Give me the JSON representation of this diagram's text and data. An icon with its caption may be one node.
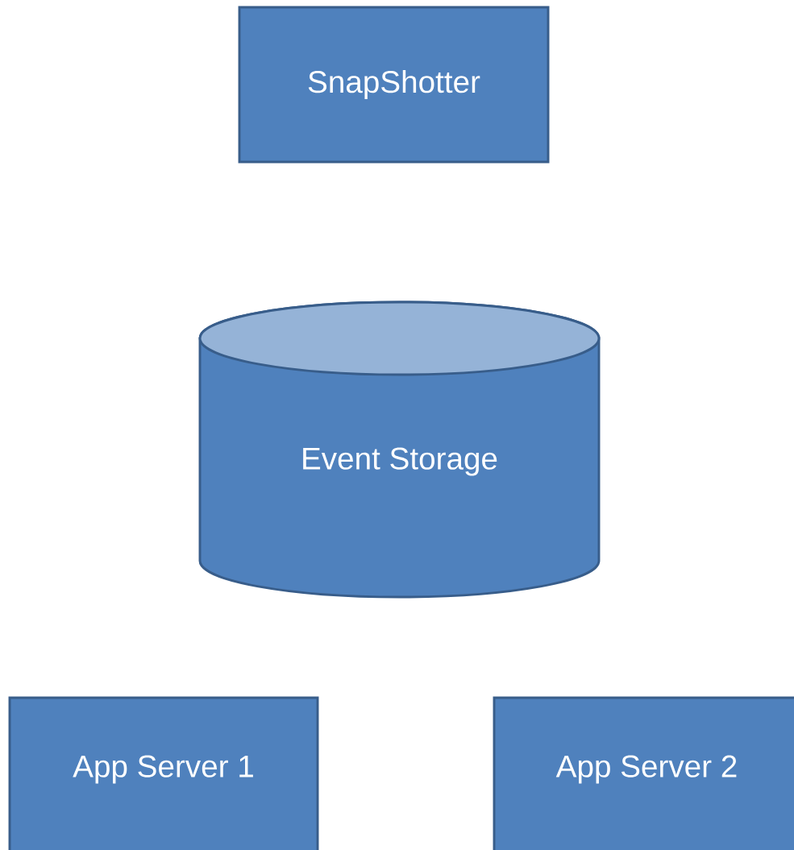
{
  "diagram": {
    "nodes": [
      {
        "text": [
          "SnapShotter"
        ]
      },
      {
        "text": [
          "Event Storage"
        ]
      },
      {
        "text": [
          "App Server 1"
        ]
      },
      {
        "text": [
          "App Server 2"
        ]
      }
    ]
  }
}
